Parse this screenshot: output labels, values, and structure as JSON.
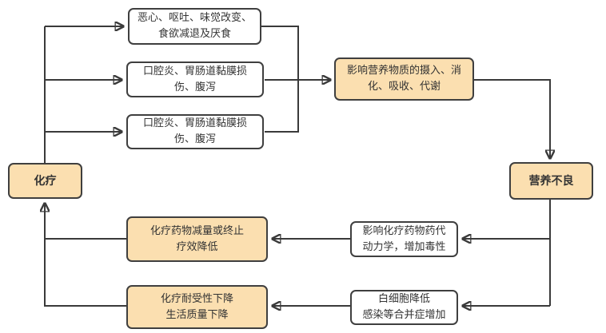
{
  "colors": {
    "highlight_fill": "#fbdfb0",
    "plain_fill": "#ffffff",
    "border": "#3f3f3f",
    "line": "#3a3a3a",
    "text": "#333333",
    "background": "#ffffff"
  },
  "nodes": {
    "chemo": {
      "lines": [
        "化疗"
      ]
    },
    "nausea": {
      "lines": [
        "恶心、呕吐、味觉改变、",
        "食欲减退及厌食"
      ]
    },
    "mucositis1": {
      "lines": [
        "口腔炎、胃肠道黏膜损",
        "伤、腹泻"
      ]
    },
    "mucositis2": {
      "lines": [
        "口腔炎、胃肠道黏膜损",
        "伤、腹泻"
      ]
    },
    "absorption": {
      "lines": [
        "影响营养物质的摄入、消",
        "化、吸收、代谢"
      ]
    },
    "malnutrition": {
      "lines": [
        "营养不良"
      ]
    },
    "pharmacokinetics": {
      "lines": [
        "影响化疗药物药代",
        "动力学，增加毒性"
      ]
    },
    "leukopenia": {
      "lines": [
        "白细胞降低",
        "感染等合并症增加"
      ]
    },
    "dose_reduction": {
      "lines": [
        "化疗药物减量或终止",
        "疗效降低"
      ]
    },
    "tolerance": {
      "lines": [
        "化疗耐受性下降",
        "生活质量下降"
      ]
    }
  }
}
